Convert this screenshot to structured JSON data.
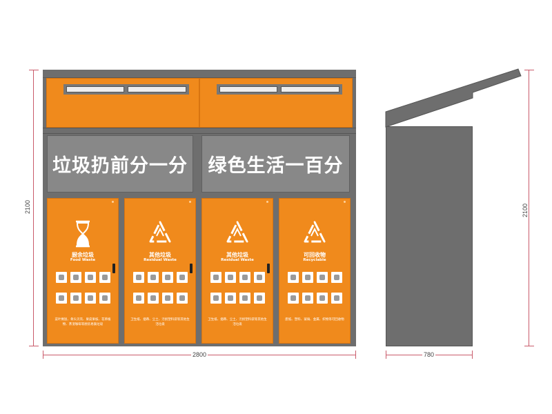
{
  "dimensions": {
    "front_height": "2100",
    "front_width": "2800",
    "side_height": "2100",
    "side_width": "780"
  },
  "slogans": {
    "left": "垃圾扔前分一分",
    "right": "绿色生活一百分"
  },
  "doors": [
    {
      "name_cn": "厨余垃圾",
      "name_en": "Food Waste",
      "icon": "hourglass-icon",
      "desc": "菜叶剩饭、骨头贝壳、果皮果核、花草植物、茶渣咖啡等厨房易腐垃圾"
    },
    {
      "name_cn": "其他垃圾",
      "name_en": "Residual Waste",
      "icon": "recycle-triangle-icon",
      "desc": "卫生纸、烟蒂、尘土、污损塑料袋等其他生活垃圾"
    },
    {
      "name_cn": "其他垃圾",
      "name_en": "Residual Waste",
      "icon": "recycle-triangle-icon",
      "desc": "卫生纸、烟蒂、尘土、污损塑料袋等其他生活垃圾"
    },
    {
      "name_cn": "可回收物",
      "name_en": "Recyclable",
      "icon": "recycle-triangle-icon",
      "desc": "废纸、塑料、玻璃、金属、织物等可回收物"
    }
  ],
  "colors": {
    "orange": "#f08a1c",
    "gray": "#6e6e6e",
    "panel_gray": "#888888",
    "dimension_line": "#c95a6a"
  }
}
